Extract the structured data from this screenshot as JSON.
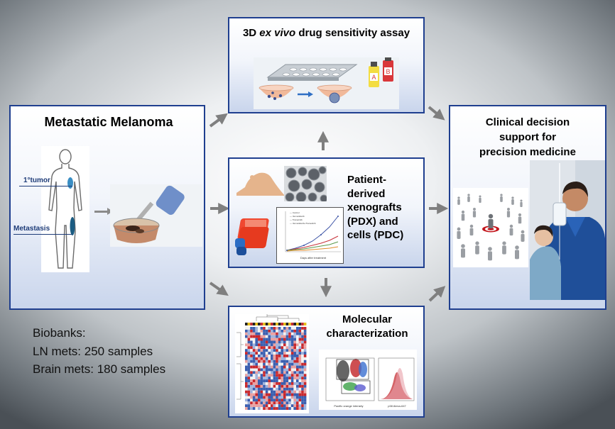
{
  "melanoma_box": {
    "title": "Metastatic Melanoma",
    "label_primary": "1°tumor",
    "label_metastasis": "Metastasis"
  },
  "assay_box": {
    "title_prefix": "3D ",
    "title_italic": "ex vivo",
    "title_suffix": " drug sensitivity assay",
    "bottle_a": "A",
    "bottle_b": "B"
  },
  "pdx_box": {
    "title_lines": [
      "Patient-",
      "derived",
      "xenografts",
      "(PDX) and",
      "cells (PDC)"
    ],
    "mini_chart_xlabel": "Days after treatment"
  },
  "molecular_box": {
    "title_lines": [
      "Molecular",
      "characterization"
    ],
    "flow_xlabel": "Pacific orange intensity",
    "flow_xlabel2": "p38 Alexa-647"
  },
  "clinical_box": {
    "title_lines": [
      "Clinical decision",
      "support for",
      "precision medicine"
    ]
  },
  "biobanks": {
    "heading": "Biobanks:",
    "line1": "LN mets: 250 samples",
    "line2": "Brain mets: 180 samples"
  },
  "colors": {
    "box_border": "#1f3f8f",
    "arrow": "#7f7f7f",
    "label_blue": "#1e3c78"
  }
}
